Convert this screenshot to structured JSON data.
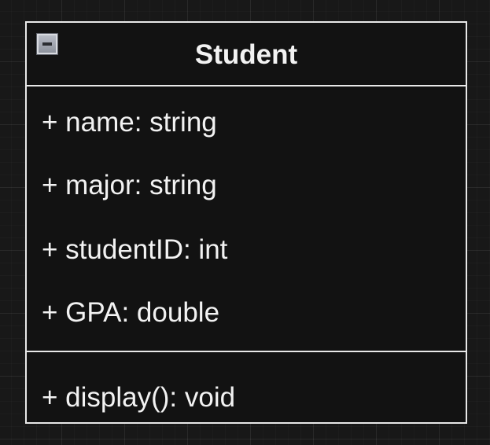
{
  "class": {
    "name": "Student",
    "collapse_icon": "minus-icon",
    "attributes": [
      "+ name: string",
      "+ major: string",
      "+ studentID: int",
      "+ GPA: double"
    ],
    "methods": [
      "+ display(): void"
    ]
  },
  "colors": {
    "background": "#181818",
    "stroke": "#e8e8e8",
    "text": "#f2f2f2"
  }
}
